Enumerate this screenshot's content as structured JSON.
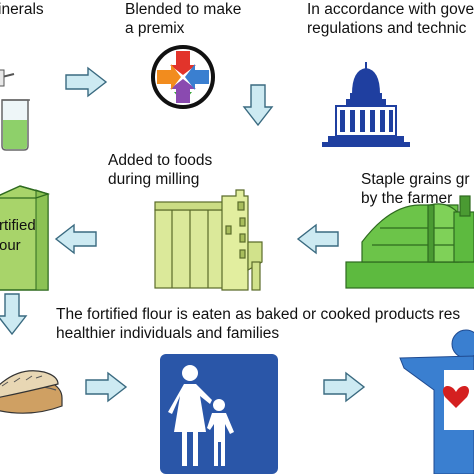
{
  "captions": {
    "step1": "inerals",
    "step2": "Blended to make\na premix",
    "step3": "In accordance with gove\nregulations and technic",
    "step4": "Added to foods\nduring milling",
    "step5": "Staple grains gr\nby the farmer",
    "step6": "The fortified flour is eaten as baked or cooked products res\nhealthier individuals and families"
  },
  "flour_bag": {
    "label": "rtified\nour"
  },
  "icons": {
    "beaker": "beaker-icon",
    "premix": "premix-arrows-icon",
    "government": "capitol-building-icon",
    "mill": "grain-mill-icon",
    "farm": "farm-barn-icon",
    "flour": "flour-bag-icon",
    "bread": "sandwich-icon",
    "family": "parent-child-sign-icon",
    "person": "healthy-person-icon"
  },
  "colors": {
    "arrow_fill": "#cdeaf2",
    "arrow_stroke": "#3a6a80",
    "green_light": "#cfe79a",
    "green_dark": "#59b23d",
    "blue_sign": "#2a56a8",
    "capitol_blue": "#1f3fa0",
    "heart": "#d42020"
  }
}
